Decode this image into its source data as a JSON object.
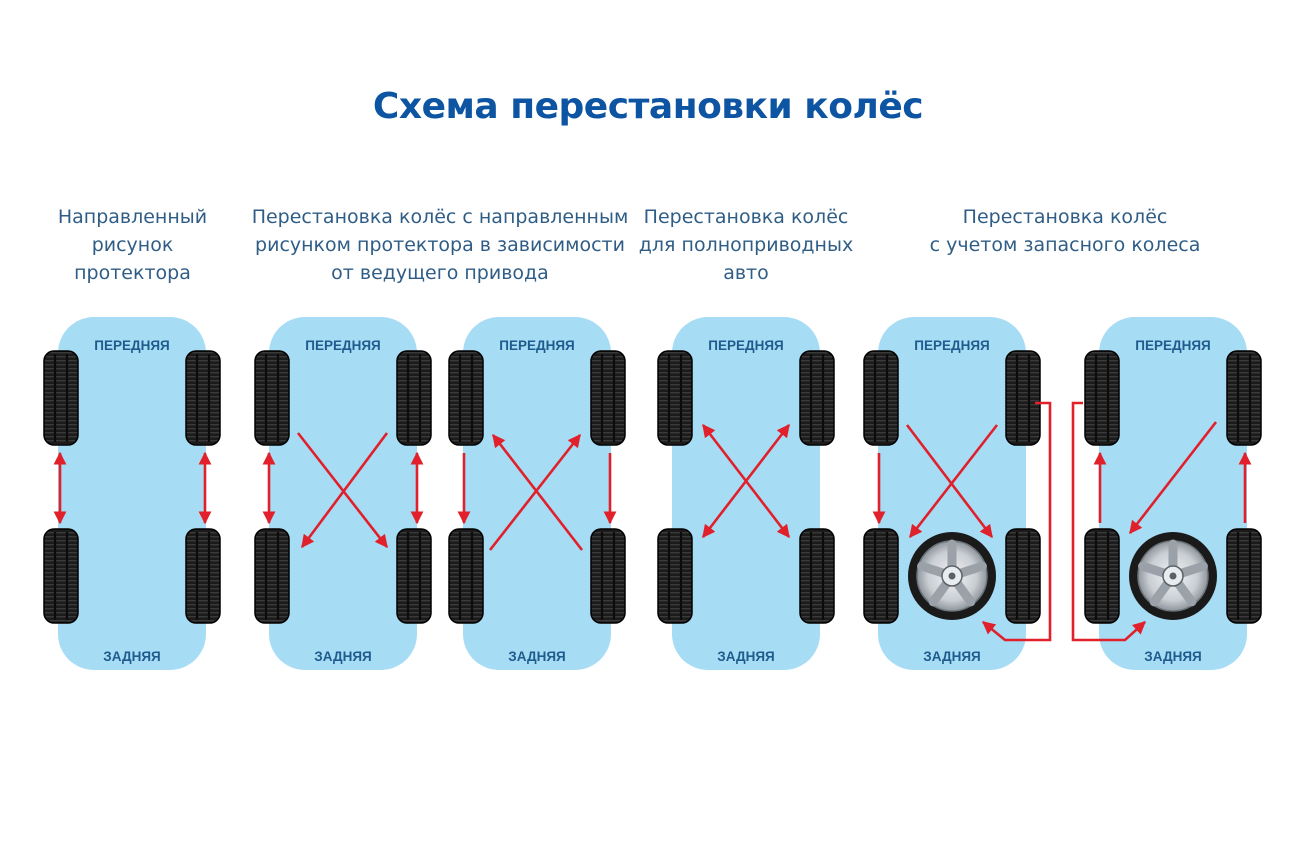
{
  "title": "Схема перестановки колёс",
  "captions": [
    "Направленный\nрисунок\nпротектора",
    "Перестановка колёс с направленным\nрисунком протектора в зависимости\nот ведущего привода",
    "Перестановка колёс\nдля полноприводных\nавто",
    "Перестановка колёс\nс учетом запасного колеса"
  ],
  "labels": {
    "front": "ПЕРЕДНЯЯ",
    "rear": "ЗАДНЯЯ"
  },
  "colors": {
    "title": "#0d55a2",
    "caption": "#2f5d86",
    "car_body": "#a7dcf5",
    "car_label": "#1f5c8e",
    "arrow": "#e0202a",
    "tire": "#1b1b1b"
  },
  "icons": [
    "tire-icon",
    "spare-wheel-icon",
    "arrow-icon"
  ]
}
